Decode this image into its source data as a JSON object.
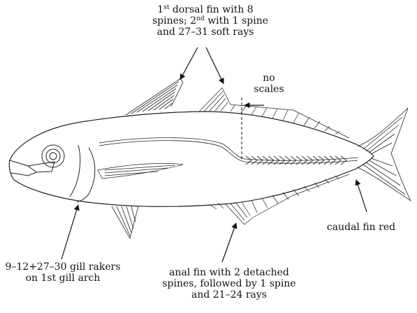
{
  "labels": {
    "dorsal": {
      "line1": {
        "ord": "1",
        "sup": "st",
        "rest": " dorsal fin with 8"
      },
      "line2": {
        "pre": "spines; 2",
        "sup": "nd",
        "rest": " with 1 spine"
      },
      "line3": "and 27–31 soft rays"
    },
    "no_scales": {
      "line1": "no",
      "line2": "scales"
    },
    "caudal": "caudal fin red",
    "gill_rakers": {
      "line1": "9–12+27–30 gill rakers",
      "line2": "on 1st gill arch"
    },
    "anal": {
      "line1": "anal fin with 2 detached",
      "line2": "spines, followed by 1 spine",
      "line3": "and 21–24 rays"
    }
  },
  "colors": {
    "ink": "#1a1a1a",
    "background": "#ffffff"
  }
}
